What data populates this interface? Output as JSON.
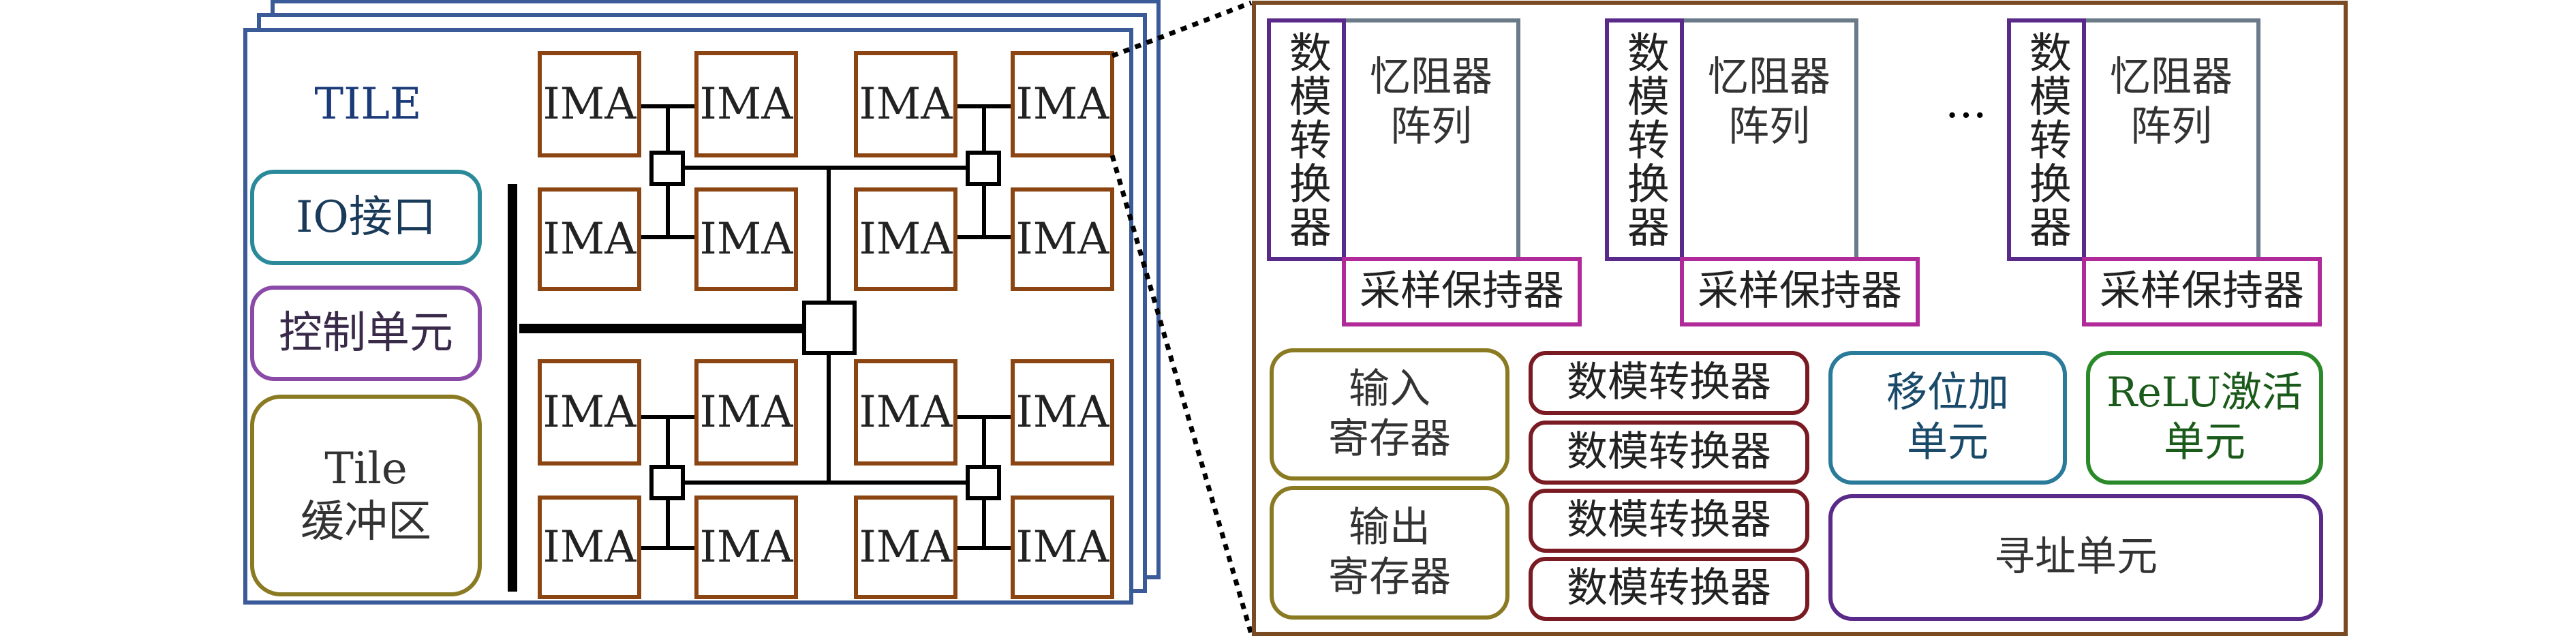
{
  "tile": {
    "title": "TILE",
    "io": "IO接口",
    "ctrl": "控制单元",
    "buf_l1": "Tile",
    "buf_l2": "缓冲区",
    "ima": "IMA"
  },
  "ima_detail": {
    "dac": "数模转换器",
    "array_l1": "忆阻器",
    "array_l2": "阵列",
    "sh": "采样保持器",
    "ellipsis": "···",
    "in_l1": "输入",
    "in_l2": "寄存器",
    "out_l1": "输出",
    "out_l2": "寄存器",
    "dac_row": "数模转换器",
    "shift_l1": "移位加",
    "shift_l2": "单元",
    "relu_l1": "ReLU激活",
    "relu_l2": "单元",
    "addr": "寻址单元"
  },
  "colors": {
    "tile_border": "#3a5a98",
    "ima_box": "#8b4513",
    "panel_border": "#7a4a22",
    "io": "#2a8a9a",
    "ctrl": "#8a4aa8",
    "buf": "#8a7a22",
    "dac": "#5a2a8a",
    "array": "#6a7a88",
    "sh": "#b02a9a",
    "reg": "#8a7a22",
    "dac_small": "#7a1a22",
    "shift": "#2a7a9a",
    "relu": "#2a8a2a",
    "addr": "#5a2a8a"
  }
}
